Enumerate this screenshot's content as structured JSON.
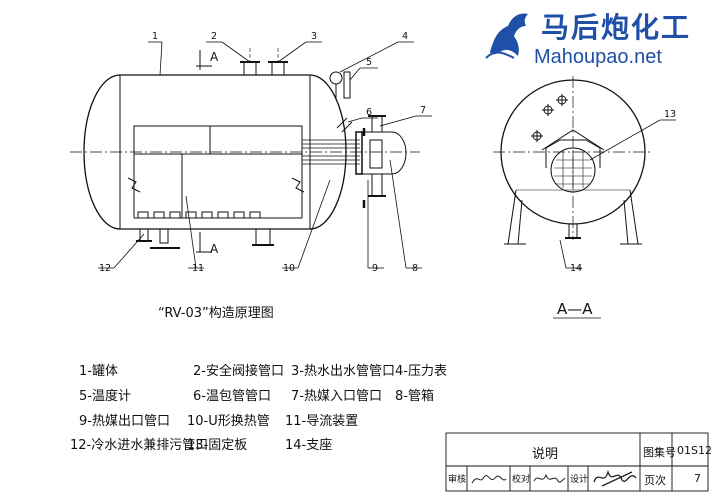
{
  "logo": {
    "cn": "马后炮化工",
    "en": "Mahoupao.net"
  },
  "callouts": [
    "1",
    "2",
    "3",
    "4",
    "5",
    "6",
    "7",
    "8",
    "9",
    "10",
    "11",
    "12",
    "13",
    "14"
  ],
  "section_marks": {
    "top": "A",
    "bottom": "A"
  },
  "captions": {
    "main": "“RV-03”构造原理图",
    "section": "A—A"
  },
  "legend": [
    "1-罐体",
    "2-安全阀接管口",
    "3-热水出水管管口",
    "4-压力表",
    "5-温度计",
    "6-温包管管口",
    "7-热媒入口管口",
    "8-管箱",
    "9-热媒出口管口",
    "10-U形换热管",
    "11-导流装置",
    "12-冷水进水兼排污管口",
    "13-固定板",
    "14-支座"
  ],
  "title_block": {
    "title": "说明",
    "set_label": "图集号",
    "set_value": "01S12",
    "review": "审核",
    "check": "校对",
    "design": "设计",
    "page": "页次",
    "page_value": "7"
  }
}
